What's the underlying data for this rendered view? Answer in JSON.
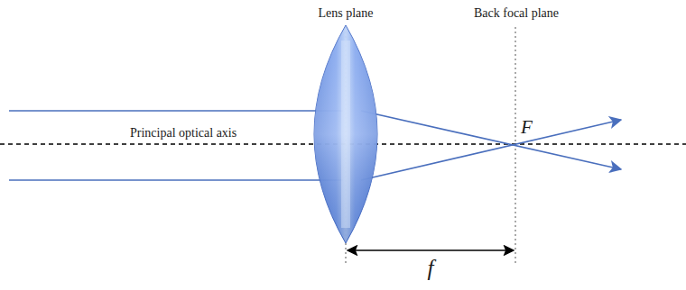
{
  "diagram": {
    "labels": [
      "Lens plane",
      "Back focal plane",
      "Principal optical axis",
      "F",
      "f"
    ]
  }
}
